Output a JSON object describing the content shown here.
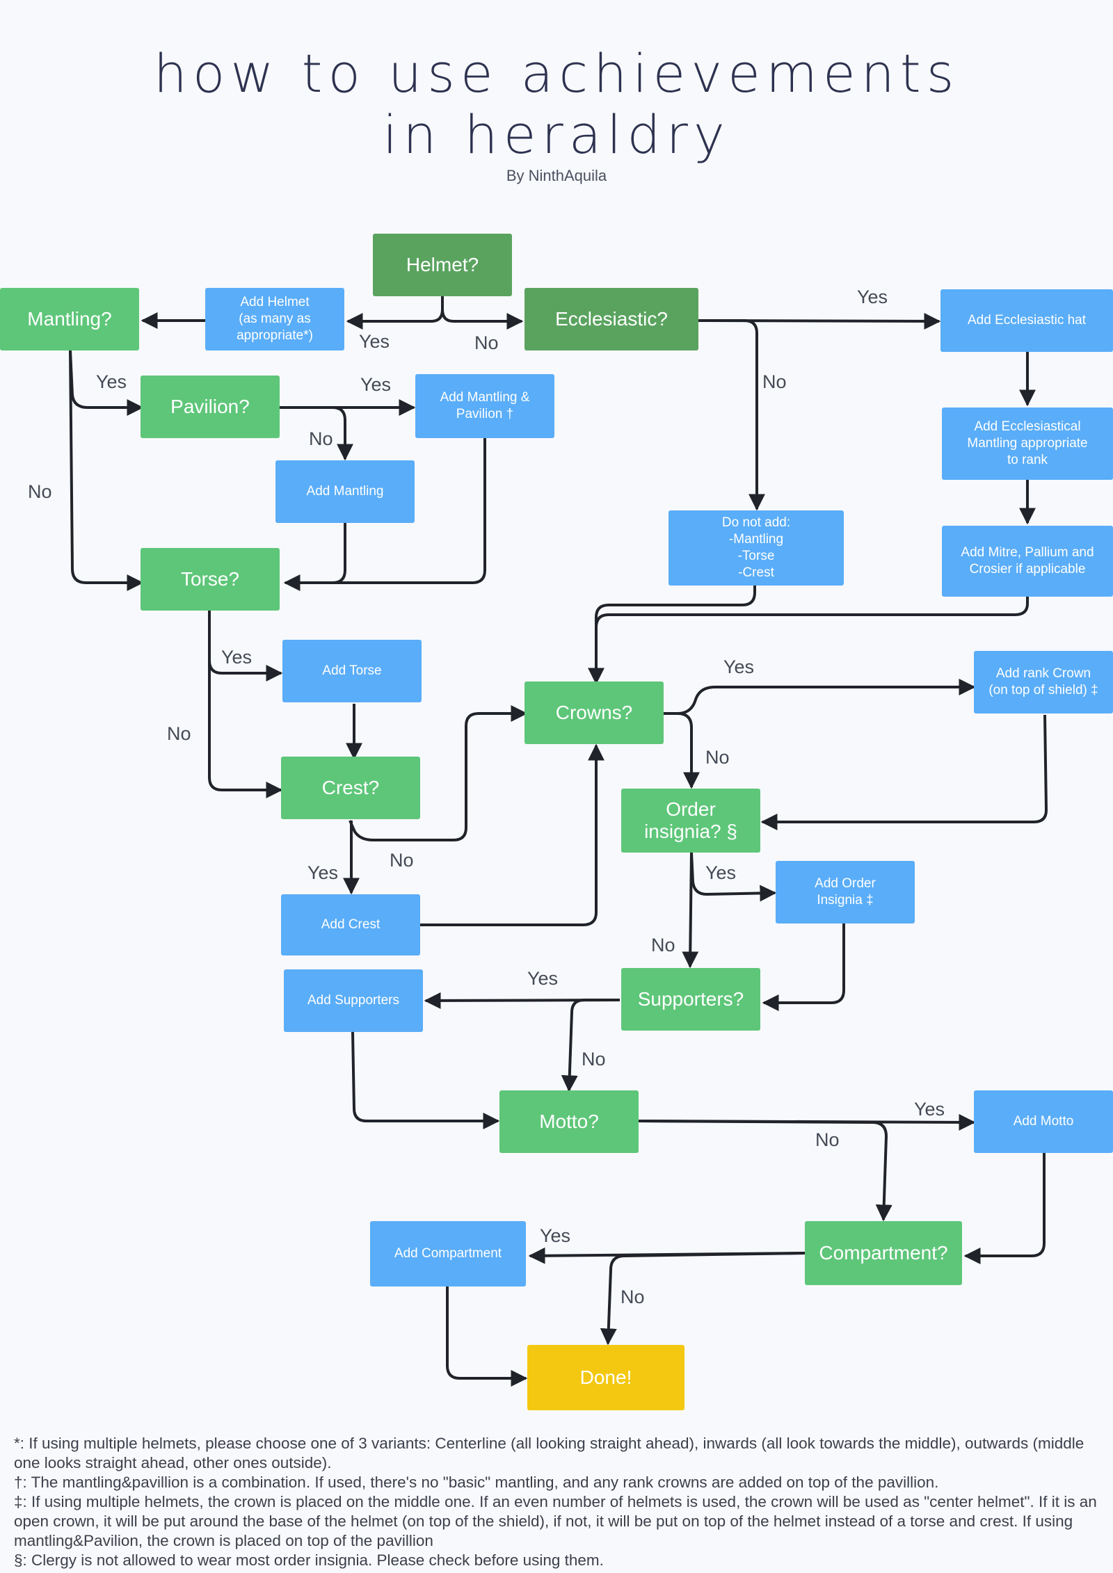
{
  "title": {
    "line1": "How to use achievements",
    "line2": "in heraldry",
    "byline": "By NinthAquila"
  },
  "nodes": {
    "helmet": "Helmet?",
    "mantling": "Mantling?",
    "add_helmet": "Add Helmet\n(as many as\nappropriate*)",
    "ecclesiastic": "Ecclesiastic?",
    "add_eccl_hat": "Add Ecclesiastic hat",
    "pavilion": "Pavilion?",
    "add_mantling_pavilion": "Add Mantling &\nPavilion †",
    "add_mantling": "Add Mantling",
    "add_eccl_mantling": "Add Ecclesiastical\nMantling appropriate\nto rank",
    "do_not_add": "Do not add:\n-Mantling\n-Torse\n-Crest",
    "add_mitre": "Add Mitre, Pallium and\nCrosier if applicable",
    "torse": "Torse?",
    "add_torse": "Add Torse",
    "crowns": "Crowns?",
    "add_rank_crown": "Add rank Crown\n(on top of shield) ‡",
    "crest": "Crest?",
    "order_insignia": "Order\ninsignia? §",
    "add_crest": "Add Crest",
    "add_order_insignia": "Add Order\nInsignia ‡",
    "add_supporters": "Add Supporters",
    "supporters": "Supporters?",
    "motto": "Motto?",
    "add_motto": "Add Motto",
    "add_compartment": "Add Compartment",
    "compartment": "Compartment?",
    "done": "Done!"
  },
  "labels": {
    "yes": "Yes",
    "no": "No"
  },
  "footnotes": [
    "*: If using multiple helmets, please choose one of 3 variants: Centerline (all looking straight ahead), inwards (all look towards the middle), outwards (middle one looks straight ahead, other ones outside).",
    "†: The mantling&pavillion is a combination. If used, there's no \"basic\" mantling, and any rank crowns are added on top of the pavillion.",
    "‡: If using multiple helmets, the crown is placed on the middle one. If an even number of helmets is used, the crown will be used as \"center helmet\". If it is an open crown, it will be put around the base of the helmet (on top of the shield), if not, it will be put on top of the helmet instead of a torse and crest. If using mantling&Pavilion, the crown is placed on top of the pavillion",
    "§: Clergy is not allowed to wear most order insignia. Please check before using them."
  ],
  "colors": {
    "question": "#5ec679",
    "question_dark": "#5aa35f",
    "action": "#5aadf8",
    "done": "#f4c811",
    "title": "#2d3250",
    "edge": "#20242a"
  }
}
